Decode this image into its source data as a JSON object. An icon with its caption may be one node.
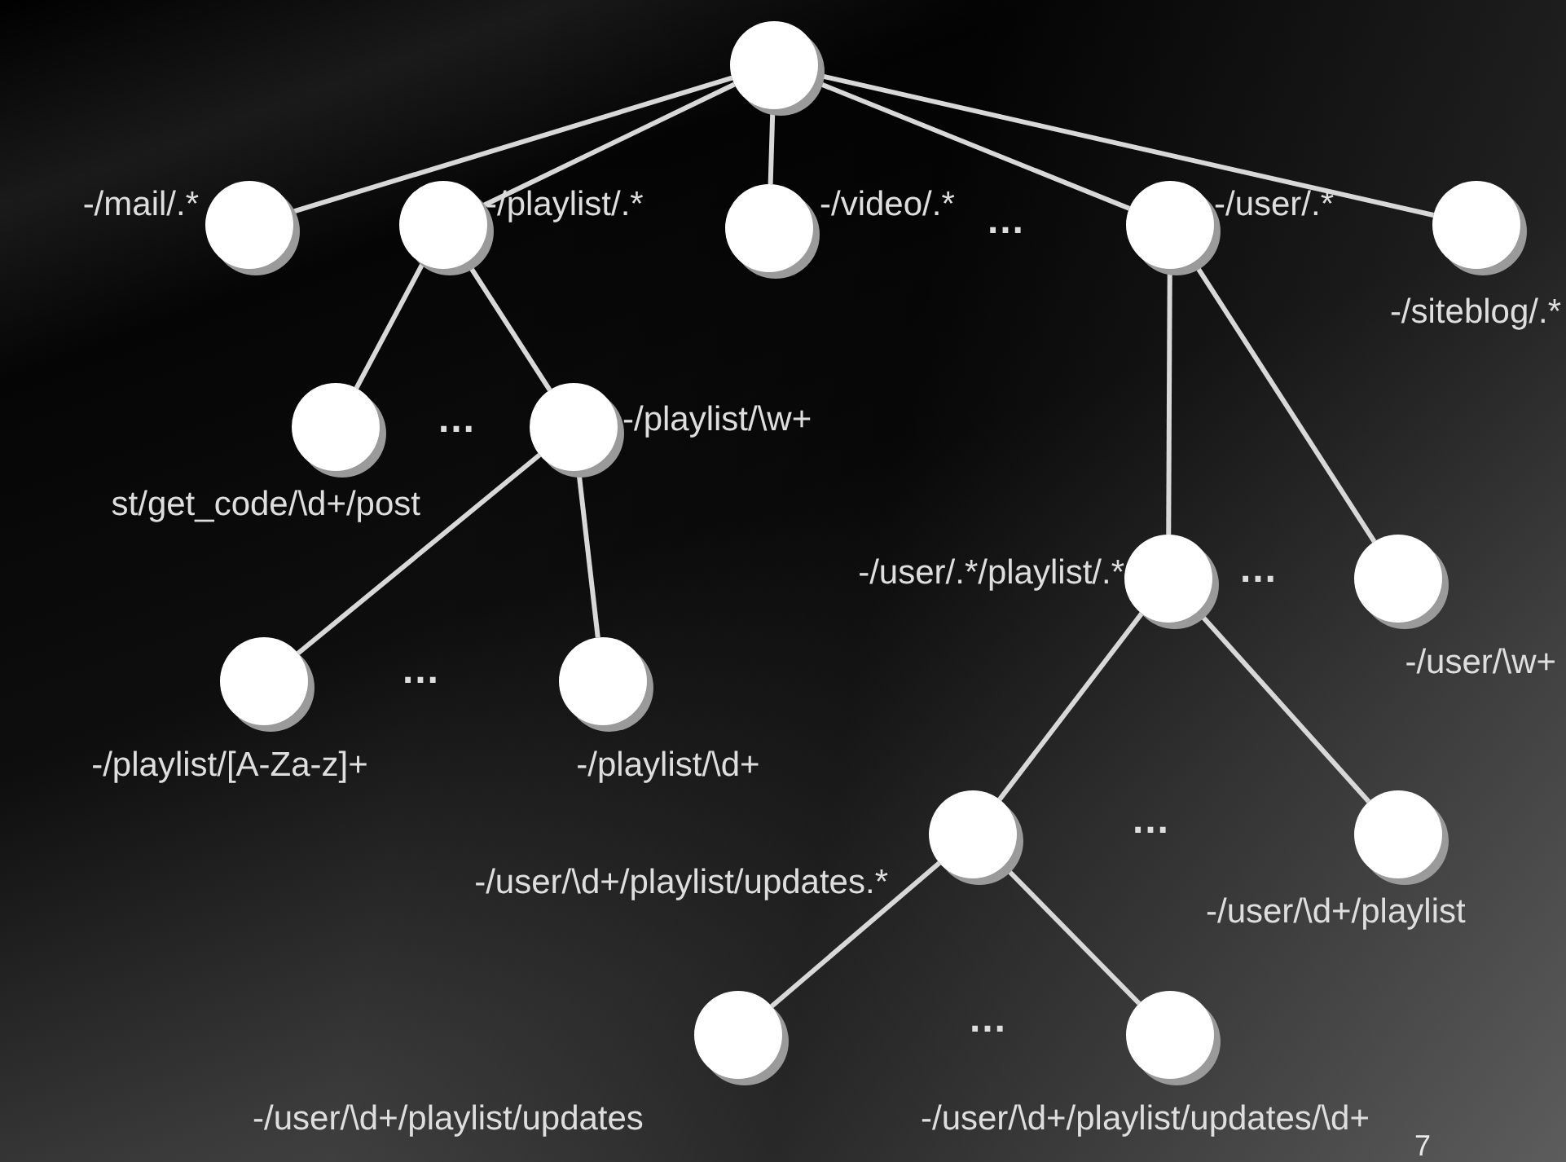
{
  "diagram": {
    "nodes": [
      {
        "text": [],
        "shape": "circle"
      },
      {
        "text": [
          "-/mail/.*"
        ]
      },
      {
        "text": [
          "-/playlist/.*"
        ]
      },
      {
        "text": [
          "-/video/.*"
        ]
      },
      {
        "text": [
          "-/user/.*"
        ]
      },
      {
        "text": [
          "-/siteblog/.*"
        ]
      },
      {
        "text": [
          "st/get_code/\\d+/post"
        ]
      },
      {
        "text": [
          "-/playlist/\\w+"
        ]
      },
      {
        "text": [
          "-/playlist/[A-Za-z]+"
        ]
      },
      {
        "text": [
          "-/playlist/\\d+"
        ]
      },
      {
        "text": [
          "-/user/.*/playlist/.*"
        ]
      },
      {
        "text": [
          "-/user/\\w+"
        ]
      },
      {
        "text": [
          "-/user/\\d+/playlist/updates.*"
        ]
      },
      {
        "text": [
          "-/user/\\d+/playlist"
        ]
      },
      {
        "text": [
          "-/user/\\d+/playlist/updates"
        ]
      },
      {
        "text": [
          "-/user/\\d+/playlist/updates/\\d+"
        ]
      }
    ],
    "edges": [
      {
        "from": 0,
        "to": 1,
        "arrow": "none"
      },
      {
        "from": 0,
        "to": 2,
        "arrow": "none"
      },
      {
        "from": 0,
        "to": 3,
        "arrow": "none"
      },
      {
        "from": 0,
        "to": 4,
        "arrow": "none"
      },
      {
        "from": 0,
        "to": 5,
        "arrow": "none"
      },
      {
        "from": 2,
        "to": 6,
        "arrow": "none"
      },
      {
        "from": 2,
        "to": 7,
        "arrow": "none"
      },
      {
        "from": 7,
        "to": 8,
        "arrow": "none"
      },
      {
        "from": 7,
        "to": 9,
        "arrow": "none"
      },
      {
        "from": 4,
        "to": 10,
        "arrow": "none"
      },
      {
        "from": 4,
        "to": 11,
        "arrow": "none"
      },
      {
        "from": 10,
        "to": 12,
        "arrow": "none"
      },
      {
        "from": 10,
        "to": 13,
        "arrow": "none"
      },
      {
        "from": 12,
        "to": 14,
        "arrow": "none"
      },
      {
        "from": 12,
        "to": 15,
        "arrow": "none"
      }
    ],
    "labels": [
      "…",
      "…",
      "…",
      "…",
      "…",
      "…",
      "7"
    ]
  }
}
